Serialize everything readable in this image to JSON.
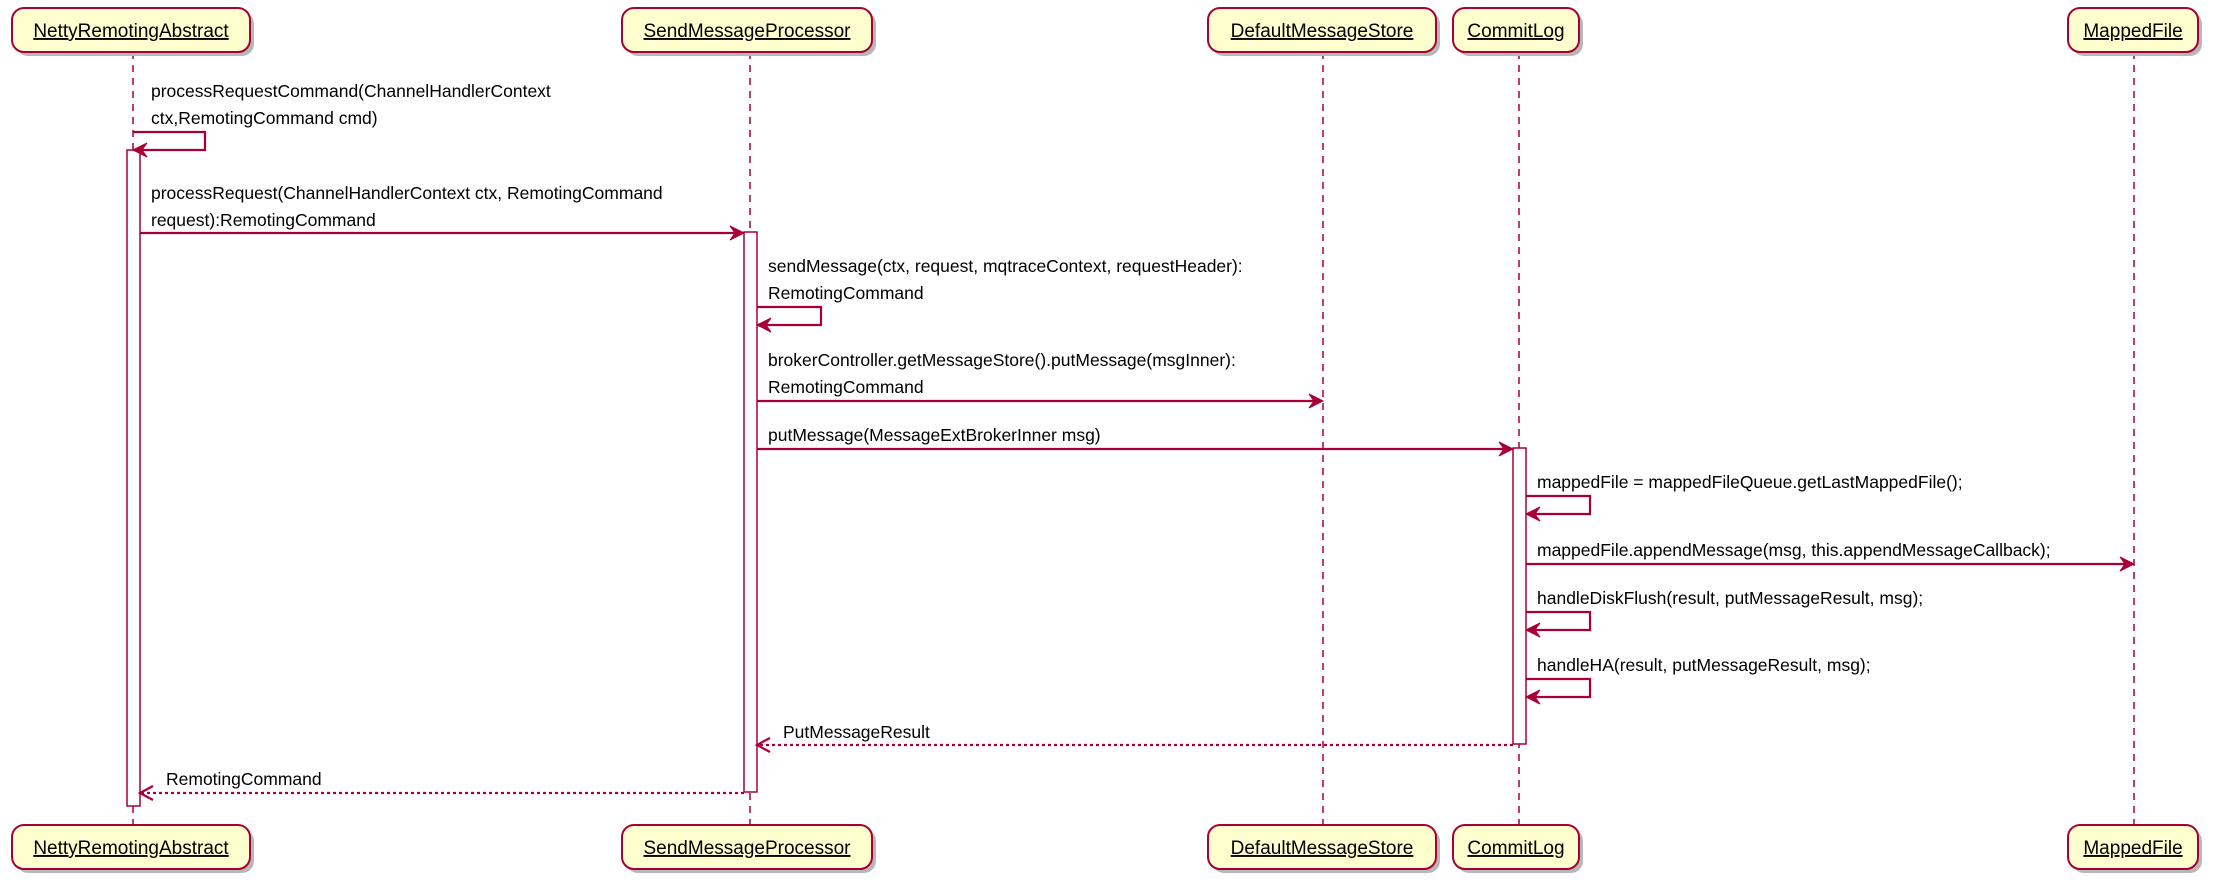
{
  "participants": [
    {
      "id": "nra",
      "name": "NettyRemotingAbstract"
    },
    {
      "id": "smp",
      "name": "SendMessageProcessor"
    },
    {
      "id": "dms",
      "name": "DefaultMessageStore"
    },
    {
      "id": "cl",
      "name": "CommitLog"
    },
    {
      "id": "mf",
      "name": "MappedFile"
    }
  ],
  "messages": [
    {
      "from": "nra",
      "to": "nra",
      "kind": "call",
      "lines": [
        "processRequestCommand(ChannelHandlerContext",
        "ctx,RemotingCommand cmd)"
      ]
    },
    {
      "from": "nra",
      "to": "smp",
      "kind": "call",
      "lines": [
        "processRequest(ChannelHandlerContext ctx, RemotingCommand",
        "request):RemotingCommand"
      ]
    },
    {
      "from": "smp",
      "to": "smp",
      "kind": "call",
      "lines": [
        "sendMessage(ctx, request, mqtraceContext, requestHeader):",
        "RemotingCommand"
      ]
    },
    {
      "from": "smp",
      "to": "dms",
      "kind": "call",
      "lines": [
        "brokerController.getMessageStore().putMessage(msgInner):",
        "RemotingCommand"
      ]
    },
    {
      "from": "smp",
      "to": "cl",
      "kind": "call",
      "lines": [
        "putMessage(MessageExtBrokerInner msg)"
      ]
    },
    {
      "from": "cl",
      "to": "cl",
      "kind": "call",
      "lines": [
        "mappedFile = mappedFileQueue.getLastMappedFile();"
      ]
    },
    {
      "from": "cl",
      "to": "mf",
      "kind": "call",
      "lines": [
        "mappedFile.appendMessage(msg, this.appendMessageCallback);"
      ]
    },
    {
      "from": "cl",
      "to": "cl",
      "kind": "call",
      "lines": [
        "handleDiskFlush(result, putMessageResult, msg);"
      ]
    },
    {
      "from": "cl",
      "to": "cl",
      "kind": "call",
      "lines": [
        "handleHA(result, putMessageResult, msg);"
      ]
    },
    {
      "from": "cl",
      "to": "smp",
      "kind": "return",
      "lines": [
        "PutMessageResult"
      ]
    },
    {
      "from": "smp",
      "to": "nra",
      "kind": "return",
      "lines": [
        "RemotingCommand"
      ]
    }
  ],
  "colors": {
    "participant_fill": "#FEFECE",
    "border": "#A80036",
    "shadow": "#b8b8b8"
  }
}
